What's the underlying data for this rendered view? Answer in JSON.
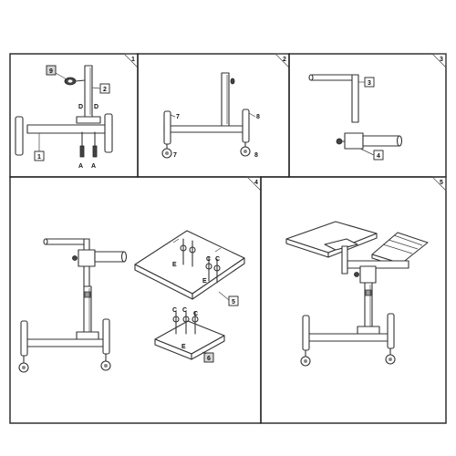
{
  "steps": [
    {
      "number": "1",
      "callouts": [
        "9",
        "2",
        "1"
      ],
      "letters": [
        "D",
        "D",
        "A",
        "A"
      ]
    },
    {
      "number": "2",
      "callouts": [
        "7",
        "8",
        "7",
        "8"
      ]
    },
    {
      "number": "3",
      "callouts": [
        "3",
        "4"
      ]
    },
    {
      "number": "4",
      "callouts": [
        "5",
        "6"
      ],
      "letters": [
        "E",
        "C",
        "C",
        "E",
        "C",
        "C",
        "C",
        "E"
      ]
    },
    {
      "number": "5",
      "callouts": []
    }
  ]
}
